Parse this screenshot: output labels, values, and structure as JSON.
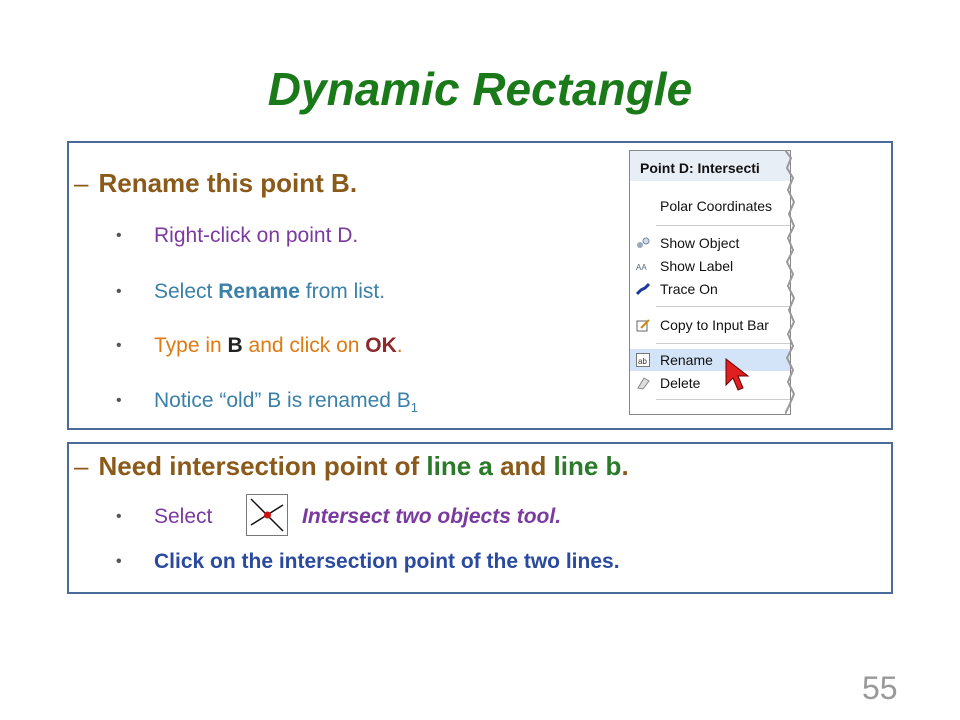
{
  "title": "Dynamic Rectangle",
  "box1": {
    "heading": "Rename this point B.",
    "bullets": {
      "b1": "Right-click on point D.",
      "b2_pre": "Select ",
      "b2_bold": "Rename",
      "b2_post": " from list.",
      "b3_pre": "Type in ",
      "b3_b": "B",
      "b3_mid": " and click on ",
      "b3_ok": "OK",
      "b3_post": ".",
      "b4_main": "Notice “old” B is renamed B",
      "b4_sub": "1"
    }
  },
  "menu": {
    "header": "Point D: Intersecti",
    "items": {
      "polar": "Polar Coordinates",
      "show_object": "Show Object",
      "show_label": "Show Label",
      "trace_on": "Trace On",
      "copy": "Copy to Input Bar",
      "rename": "Rename",
      "delete": "Delete"
    }
  },
  "box2": {
    "heading_pre": "Need intersection point of ",
    "heading_line_a": "line a",
    "heading_and": " and ",
    "heading_line_b": "line b",
    "heading_post": ".",
    "b1_pre": "Select",
    "b1_post": "Intersect two objects tool.",
    "b2": "Click on the intersection point of the two lines."
  },
  "page_number": "55"
}
